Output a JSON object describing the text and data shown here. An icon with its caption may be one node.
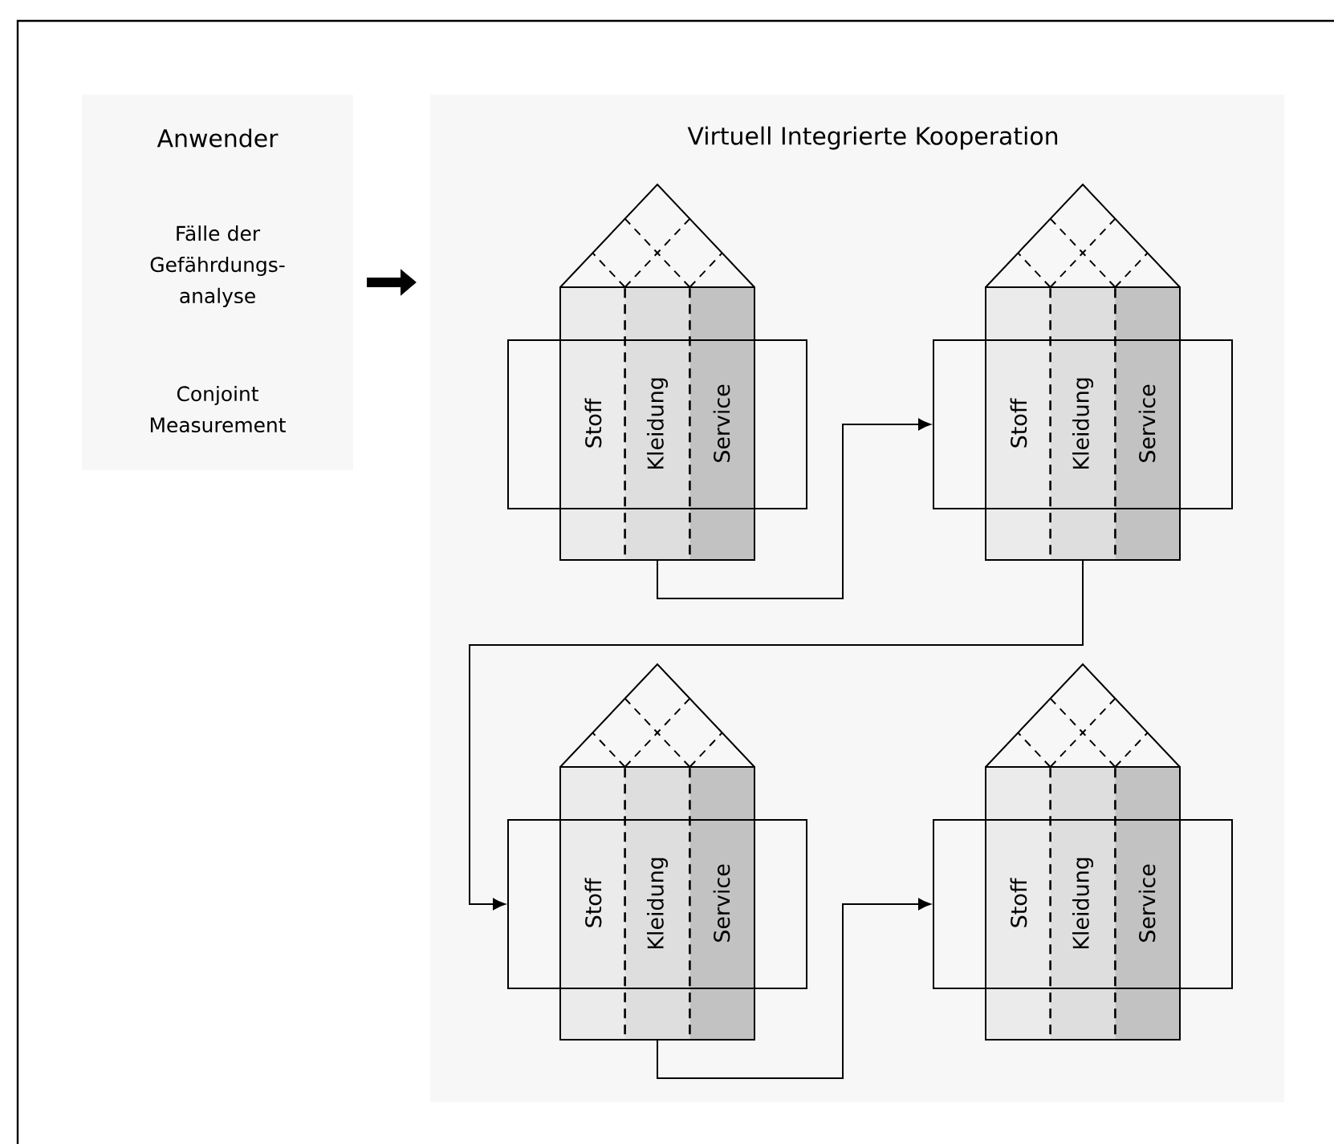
{
  "diagram": {
    "nodes": [
      {
        "text": [
          "Anwender",
          "Fälle der Gefährdungs- analyse",
          "Conjoint Measurement"
        ]
      },
      {
        "text": [
          "Virtuell Integrierte Kooperation"
        ]
      },
      {
        "text": [],
        "shape": "house",
        "in": 1
      },
      {
        "text": [
          "Stoff"
        ]
      },
      {
        "text": [
          "Kleidung"
        ]
      },
      {
        "text": [
          "Service"
        ]
      },
      {
        "text": [],
        "shape": "box",
        "in": 1
      },
      {
        "text": [],
        "shape": "house",
        "in": 1
      },
      {
        "text": [
          "Stoff"
        ]
      },
      {
        "text": [
          "Kleidung"
        ]
      },
      {
        "text": [
          "Service"
        ]
      },
      {
        "text": [],
        "shape": "box",
        "in": 1
      },
      {
        "text": [],
        "shape": "house",
        "in": 1
      },
      {
        "text": [
          "Stoff"
        ]
      },
      {
        "text": [
          "Kleidung"
        ]
      },
      {
        "text": [
          "Service"
        ]
      },
      {
        "text": [],
        "shape": "box",
        "in": 1
      },
      {
        "text": [],
        "shape": "house",
        "in": 1
      },
      {
        "text": [
          "Stoff"
        ]
      },
      {
        "text": [
          "Kleidung"
        ]
      },
      {
        "text": [
          "Service"
        ]
      },
      {
        "text": [],
        "shape": "box",
        "in": 1
      }
    ],
    "edges": [
      {
        "from": 0,
        "to": 1,
        "arrow": "to",
        "style": "thick"
      },
      {
        "from": 2,
        "to": 11,
        "arrow": "to"
      },
      {
        "from": 7,
        "to": 16,
        "arrow": "to"
      },
      {
        "from": 12,
        "to": 21,
        "arrow": "to"
      }
    ]
  }
}
